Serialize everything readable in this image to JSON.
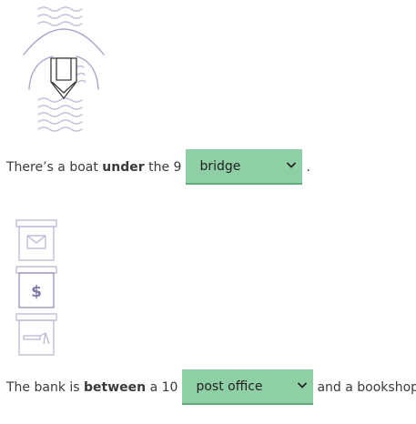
{
  "question1": {
    "prefix": "There’s a boat ",
    "keyword": "under",
    "middle": " the ",
    "number": "9",
    "selected": "bridge",
    "suffix": "."
  },
  "question2": {
    "prefix": "The bank is ",
    "keyword": "between",
    "middle": " a ",
    "number": "10",
    "selected": "post office",
    "suffix": "and a bookshop."
  },
  "illustrations": {
    "bank_symbol": "$"
  },
  "colors": {
    "dropdown_bg": "#8fcfa6",
    "dropdown_border": "#5fae7e",
    "boat_stroke": "#3a3a3a",
    "line_art": "#b9b5d6"
  }
}
